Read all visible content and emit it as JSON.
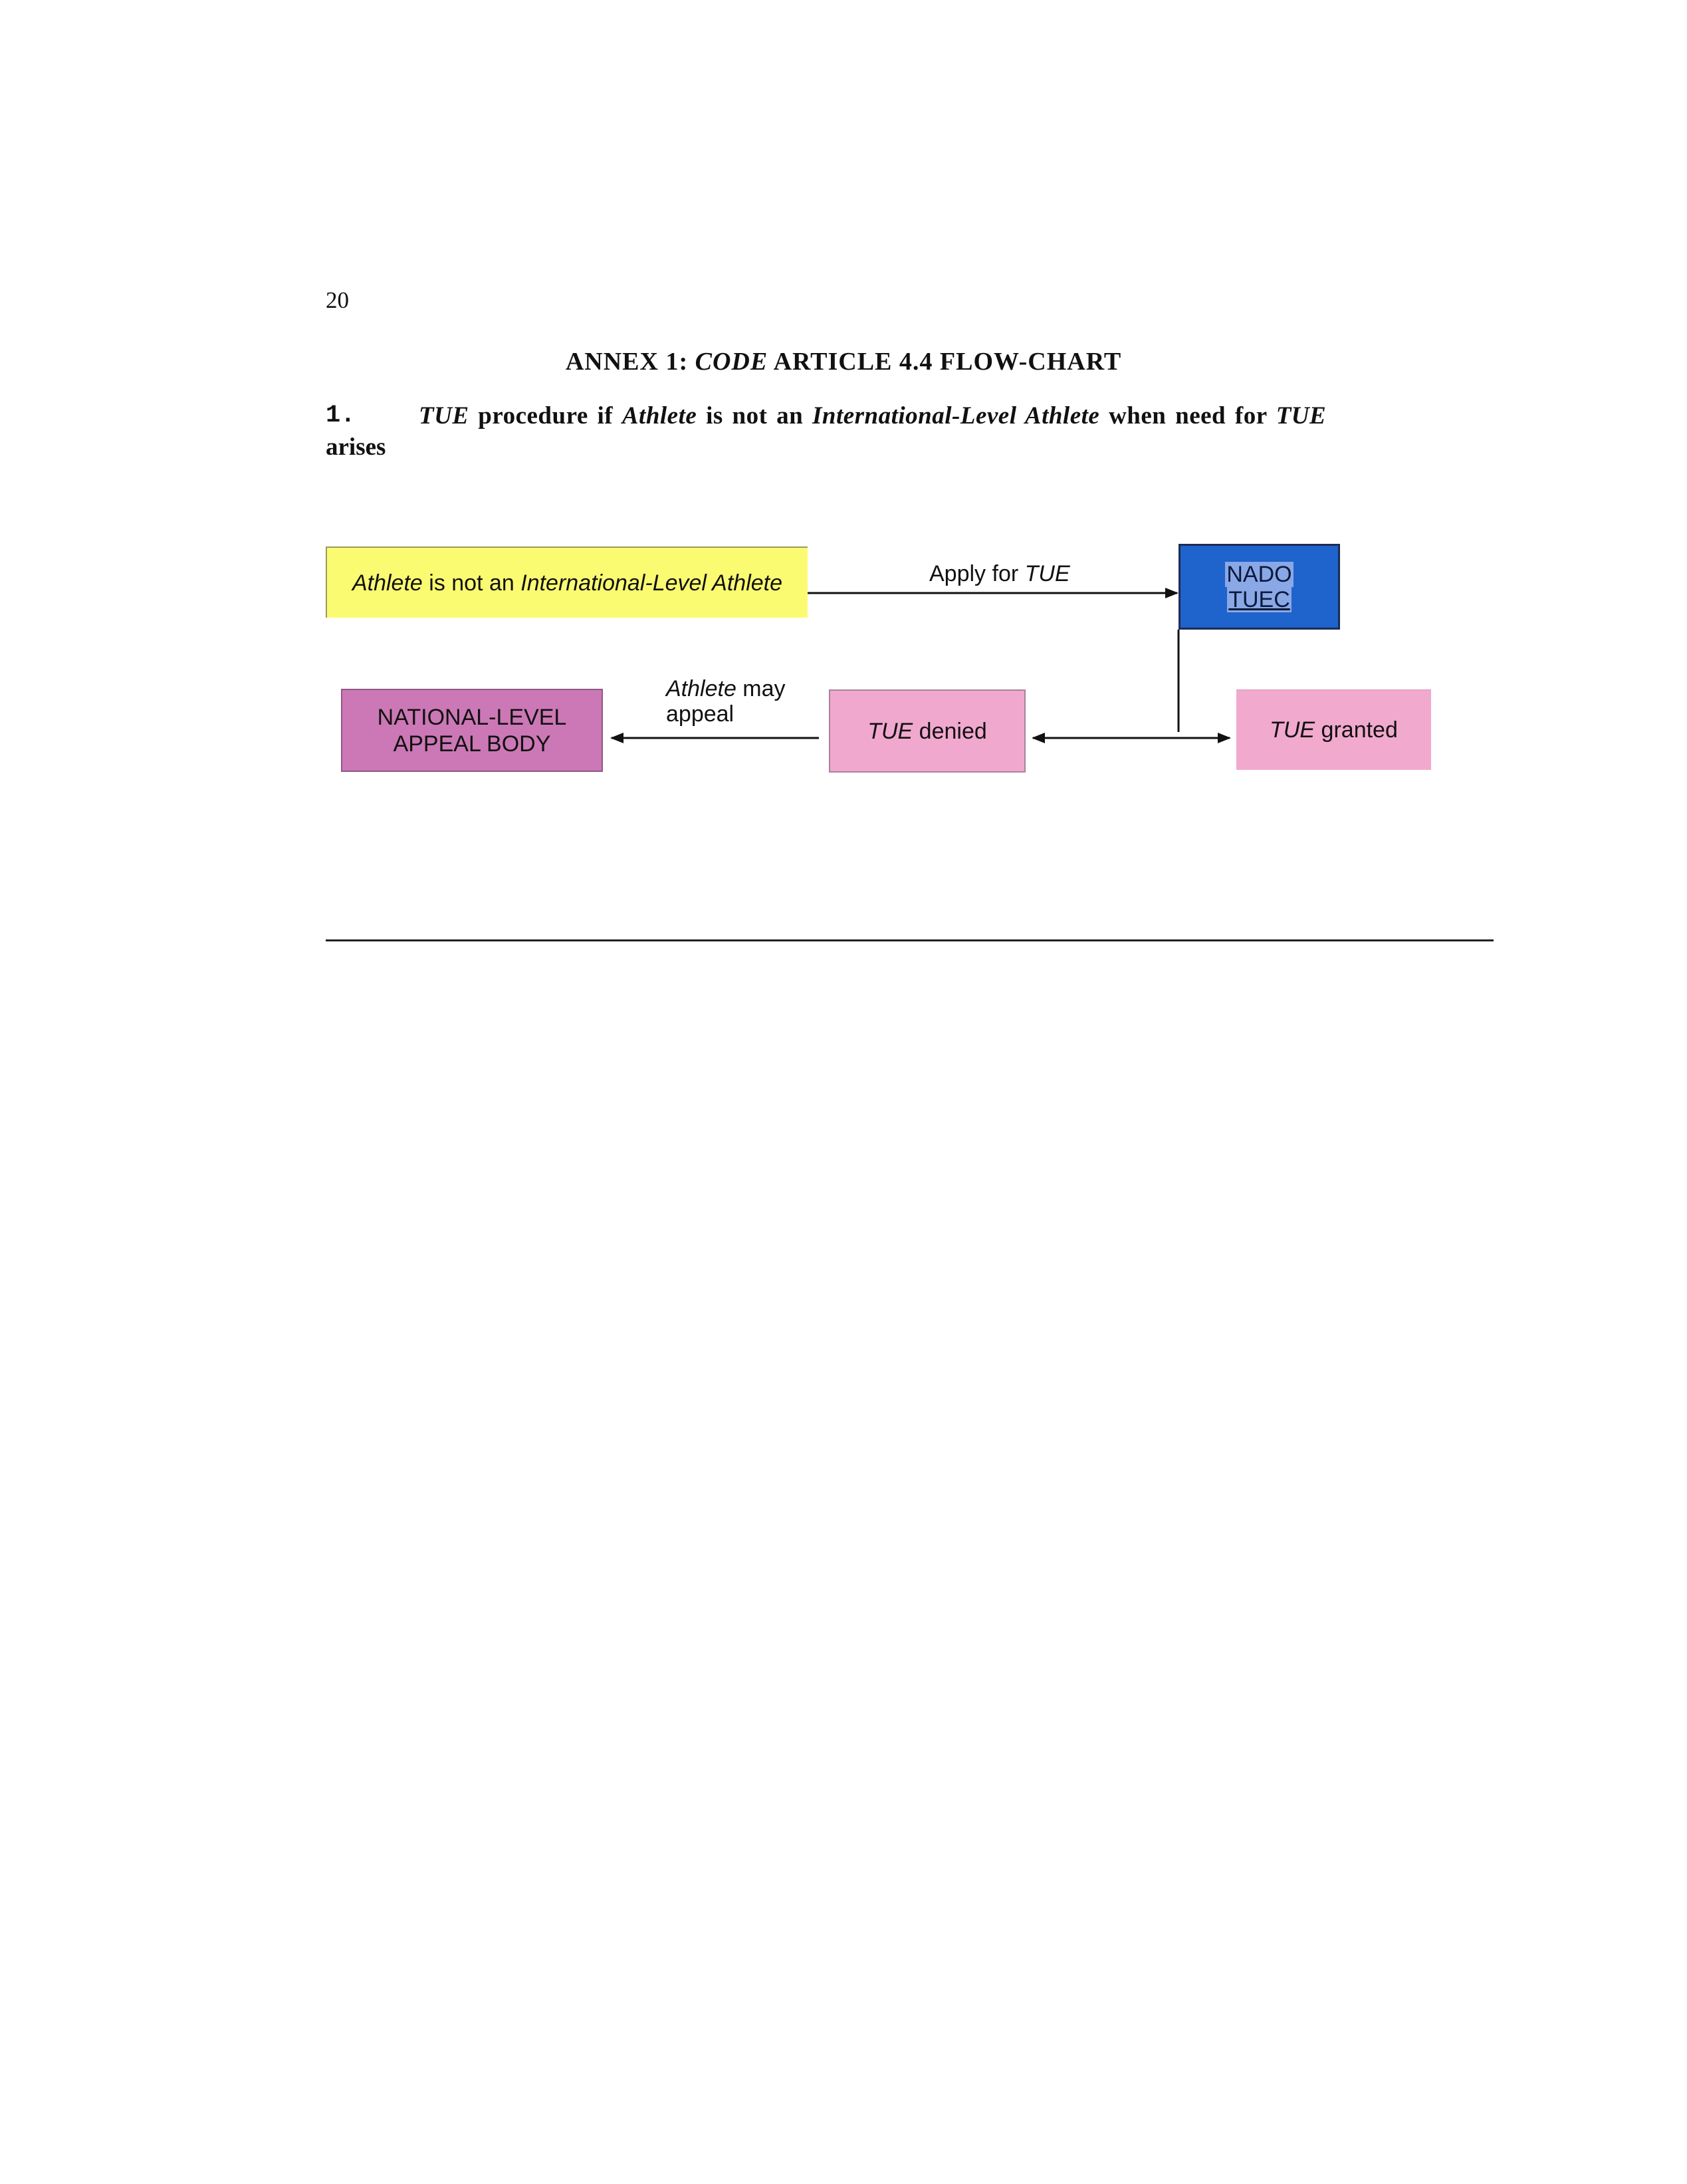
{
  "page": {
    "number": "20"
  },
  "annex": {
    "prefix": "ANNEX 1: ",
    "code_word": "CODE",
    "suffix": " ARTICLE 4.4 FLOW-CHART"
  },
  "section": {
    "number": "1.",
    "parts": {
      "p1": "TUE",
      "p2": " procedure if ",
      "p3": "Athlete",
      "p4": " is not an ",
      "p5": "International-Level Athlete",
      "p6": " when need for ",
      "p7": "TUE"
    },
    "line2": "arises"
  },
  "flowchart": {
    "start_box": {
      "part1": "Athlete",
      "part2": " is not an ",
      "part3": "International-Level Athlete"
    },
    "apply_label": {
      "part1": "Apply for ",
      "part2": "TUE"
    },
    "nado_box": {
      "line1": "NADO",
      "line2": "TUEC"
    },
    "appeal_label": {
      "part1": "Athlete",
      "part2": " may",
      "part3": "appeal"
    },
    "appeal_box": {
      "line1": "NATIONAL-LEVEL",
      "line2": "APPEAL BODY"
    },
    "denied_box": {
      "part1": "TUE",
      "part2": " denied"
    },
    "granted_box": {
      "part1": "TUE",
      "part2": " granted"
    }
  },
  "colors": {
    "start_box": "#fbfb72",
    "nado_box": "#1f63cc",
    "appeal_box": "#cc78b6",
    "denied_box": "#f1a8cf",
    "granted_box": "#f2a9ce"
  }
}
